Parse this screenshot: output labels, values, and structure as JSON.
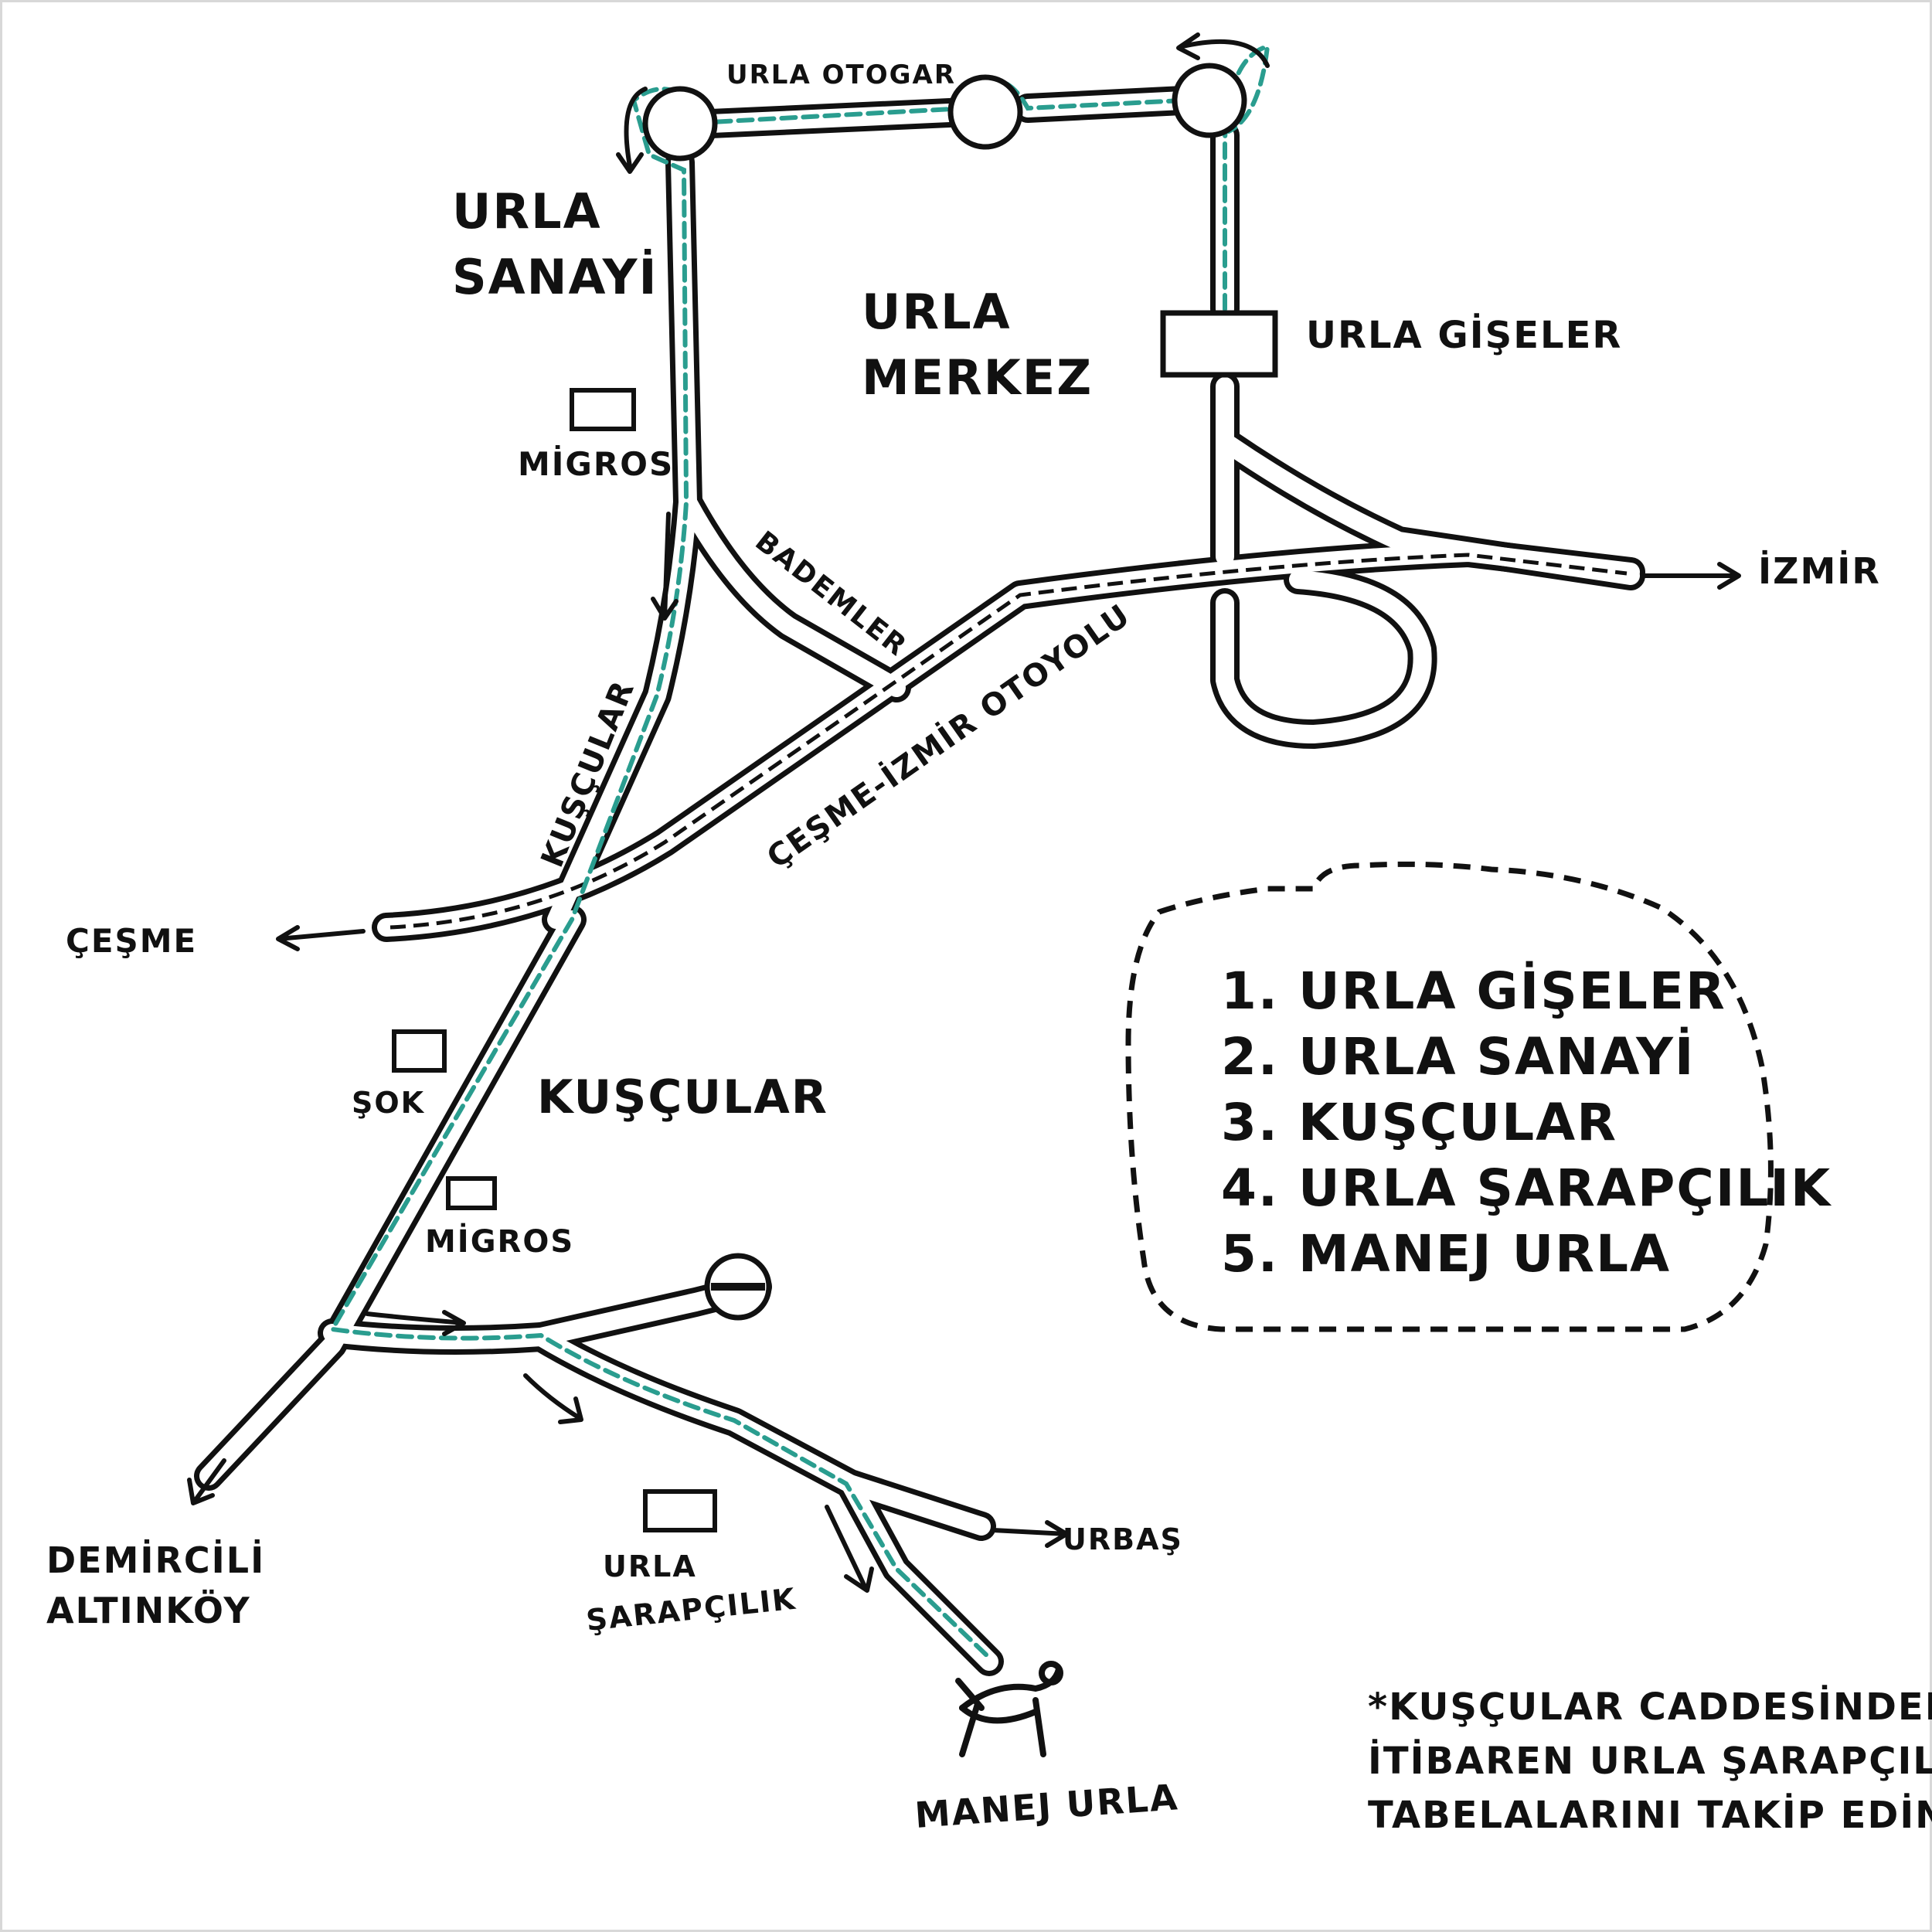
{
  "colors": {
    "ink": "#111111",
    "route": "#2a9d8f",
    "background": "#ffffff"
  },
  "labels": {
    "urla_otogar": "URLA OTOGAR",
    "urla_sanayi_1": "URLA",
    "urla_sanayi_2": "SANAYİ",
    "urla_merkez_1": "URLA",
    "urla_merkez_2": "MERKEZ",
    "urla_giseler": "URLA GİŞELER",
    "migros_top": "MİGROS",
    "bademler": "BADEMLER",
    "kuscular_road": "KUŞÇULAR",
    "highway": "ÇEŞME-İZMİR OTOYOLU",
    "izmir": "İZMİR",
    "cesme": "ÇEŞME",
    "sok": "ŞOK",
    "kuscular_area": "KUŞÇULAR",
    "migros_bottom": "MİGROS",
    "demircili_1": "DEMİRCİLİ",
    "demircili_2": "ALTINKÖY",
    "urla_sarapcilik_1": "URLA",
    "urla_sarapcilik_2": "ŞARAPÇILIK",
    "urbas": "URBAŞ",
    "manej_urla": "MANEJ URLA"
  },
  "legend": {
    "items": [
      "1. URLA GİŞELER",
      "2. URLA SANAYİ",
      "3. KUŞÇULAR",
      "4. URLA ŞARAPÇILIK",
      "5. MANEJ URLA"
    ]
  },
  "note": {
    "lines": [
      "*KUŞÇULAR CADDESİNDEN",
      "İTİBAREN URLA ŞARAPÇILIK",
      "TABELALARINI TAKİP EDİN."
    ]
  },
  "icons": {
    "roundabout": "roundabout-icon",
    "building": "building-icon",
    "no_entry": "no-entry-icon",
    "horse": "horse-icon"
  }
}
